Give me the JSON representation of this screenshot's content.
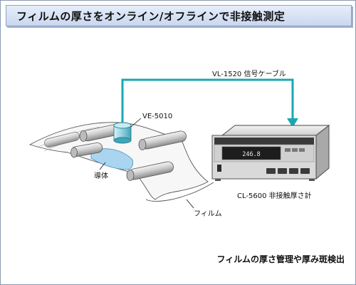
{
  "header": {
    "title": "フィルムの厚さをオンライン/オフラインで非接触測定"
  },
  "labels": {
    "cable": "VL-1520 信号ケーブル",
    "sensor": "VE-5010",
    "conductor": "導体",
    "film": "フィルム",
    "controller": "CL-5600 非接触厚さ計",
    "display_value": "246.8"
  },
  "footer": {
    "caption": "フィルムの厚さ管理や厚み斑検出"
  },
  "colors": {
    "cable": "#1aa7b3",
    "conductor": "#a9d5f0",
    "title_bg": "#d6e2f5"
  }
}
